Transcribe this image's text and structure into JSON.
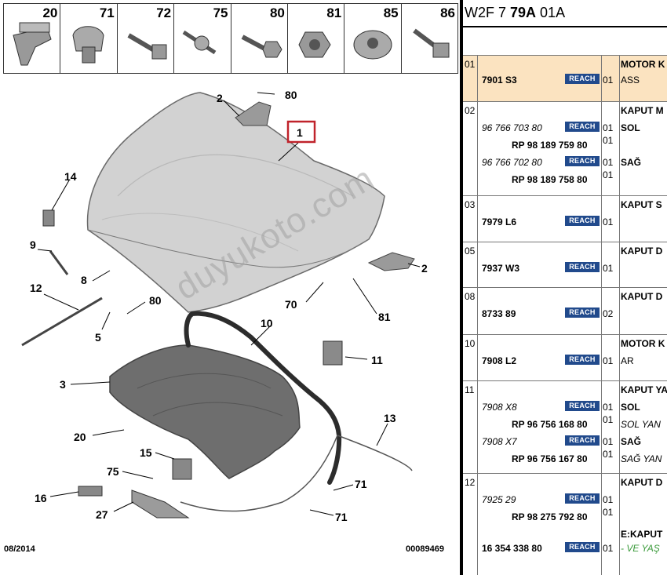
{
  "hardware_strip": [
    "20",
    "71",
    "72",
    "75",
    "80",
    "81",
    "85",
    "86"
  ],
  "callouts": {
    "c1": "1",
    "c2a": "2",
    "c80a": "80",
    "c14": "14",
    "c9": "9",
    "c8": "8",
    "c12": "12",
    "c80b": "80",
    "c5": "5",
    "c70": "70",
    "c10": "10",
    "c81": "81",
    "c2b": "2",
    "c3": "3",
    "c11": "11",
    "c20": "20",
    "c15": "15",
    "c13": "13",
    "c75": "75",
    "c16": "16",
    "c27": "27",
    "c71a": "71",
    "c71b": "71"
  },
  "footer": {
    "date": "08/2014",
    "ref": "00089469"
  },
  "watermark": "duyukoto.com",
  "table": {
    "title_prefix": "W2F 7 ",
    "title_bold": "79A",
    "title_suffix": " 01A",
    "reach_label": "REACH",
    "rows": [
      {
        "seq": "01",
        "highlight": true,
        "lines": [
          {
            "pn": "7901 S3",
            "pn_style": "bd",
            "reach": true,
            "qty": "01",
            "desc": "MOTOR K",
            "desc_style": "bd"
          },
          {
            "pn": "",
            "reach": false,
            "qty": "",
            "desc": "ASS",
            "desc_style": ""
          }
        ]
      },
      {
        "seq": "02",
        "highlight": false,
        "lines": [
          {
            "pn": "",
            "reach": false,
            "qty": "",
            "desc": "KAPUT M",
            "desc_style": "bd"
          },
          {
            "pn": "96 766 703 80",
            "pn_style": "it",
            "reach": true,
            "qty": "01",
            "desc": "SOL",
            "desc_style": "bd"
          },
          {
            "pn": "RP 98 189 759 80",
            "pn_style": "bd",
            "reach": false,
            "qty": "01",
            "desc": "",
            "desc_style": ""
          },
          {
            "pn": "96 766 702 80",
            "pn_style": "it",
            "reach": true,
            "qty": "01",
            "desc": "SAĞ",
            "desc_style": "bd"
          },
          {
            "pn": "RP 98 189 758 80",
            "pn_style": "bd",
            "reach": false,
            "qty": "01",
            "desc": "",
            "desc_style": ""
          }
        ]
      },
      {
        "seq": "03",
        "highlight": false,
        "lines": [
          {
            "pn": "",
            "reach": false,
            "qty": "",
            "desc": "KAPUT S",
            "desc_style": "bd"
          },
          {
            "pn": "7979 L6",
            "pn_style": "bd",
            "reach": true,
            "qty": "01",
            "desc": "",
            "desc_style": ""
          }
        ]
      },
      {
        "seq": "05",
        "highlight": false,
        "lines": [
          {
            "pn": "",
            "reach": false,
            "qty": "",
            "desc": "KAPUT D",
            "desc_style": "bd"
          },
          {
            "pn": "7937 W3",
            "pn_style": "bd",
            "reach": true,
            "qty": "01",
            "desc": "",
            "desc_style": ""
          }
        ]
      },
      {
        "seq": "08",
        "highlight": false,
        "lines": [
          {
            "pn": "",
            "reach": false,
            "qty": "",
            "desc": "KAPUT D",
            "desc_style": "bd"
          },
          {
            "pn": "8733 89",
            "pn_style": "bd",
            "reach": true,
            "qty": "02",
            "desc": "",
            "desc_style": ""
          }
        ]
      },
      {
        "seq": "10",
        "highlight": false,
        "lines": [
          {
            "pn": "",
            "reach": false,
            "qty": "",
            "desc": "MOTOR K",
            "desc_style": "bd"
          },
          {
            "pn": "7908 L2",
            "pn_style": "bd",
            "reach": true,
            "qty": "01",
            "desc": "AR",
            "desc_style": ""
          }
        ]
      },
      {
        "seq": "11",
        "highlight": false,
        "lines": [
          {
            "pn": "",
            "reach": false,
            "qty": "",
            "desc": "KAPUT YA",
            "desc_style": "bd"
          },
          {
            "pn": "7908 X8",
            "pn_style": "it",
            "reach": true,
            "qty": "01",
            "desc": "SOL",
            "desc_style": "bd"
          },
          {
            "pn": "RP 96 756 168 80",
            "pn_style": "bd",
            "reach": false,
            "qty": "01",
            "desc": "SOL YAN",
            "desc_style": "it"
          },
          {
            "pn": "7908 X7",
            "pn_style": "it",
            "reach": true,
            "qty": "01",
            "desc": "SAĞ",
            "desc_style": "bd"
          },
          {
            "pn": "RP 96 756 167 80",
            "pn_style": "bd",
            "reach": false,
            "qty": "01",
            "desc": "SAĞ YAN",
            "desc_style": "it"
          }
        ]
      },
      {
        "seq": "12",
        "highlight": false,
        "lines": [
          {
            "pn": "",
            "reach": false,
            "qty": "",
            "desc": "KAPUT D",
            "desc_style": "bd"
          },
          {
            "pn": "7925 29",
            "pn_style": "it",
            "reach": true,
            "qty": "01",
            "desc": "",
            "desc_style": ""
          },
          {
            "pn": "RP 98 275 792 80",
            "pn_style": "bd",
            "reach": false,
            "qty": "01",
            "desc": "",
            "desc_style": ""
          },
          {
            "pn": "",
            "reach": false,
            "qty": "",
            "desc": "E:KAPUT",
            "desc_style": "bd"
          },
          {
            "pn": "16 354 338 80",
            "pn_style": "bd",
            "reach": true,
            "qty": "01",
            "desc": "- VE YAŞ",
            "desc_style": "green"
          }
        ]
      }
    ]
  }
}
